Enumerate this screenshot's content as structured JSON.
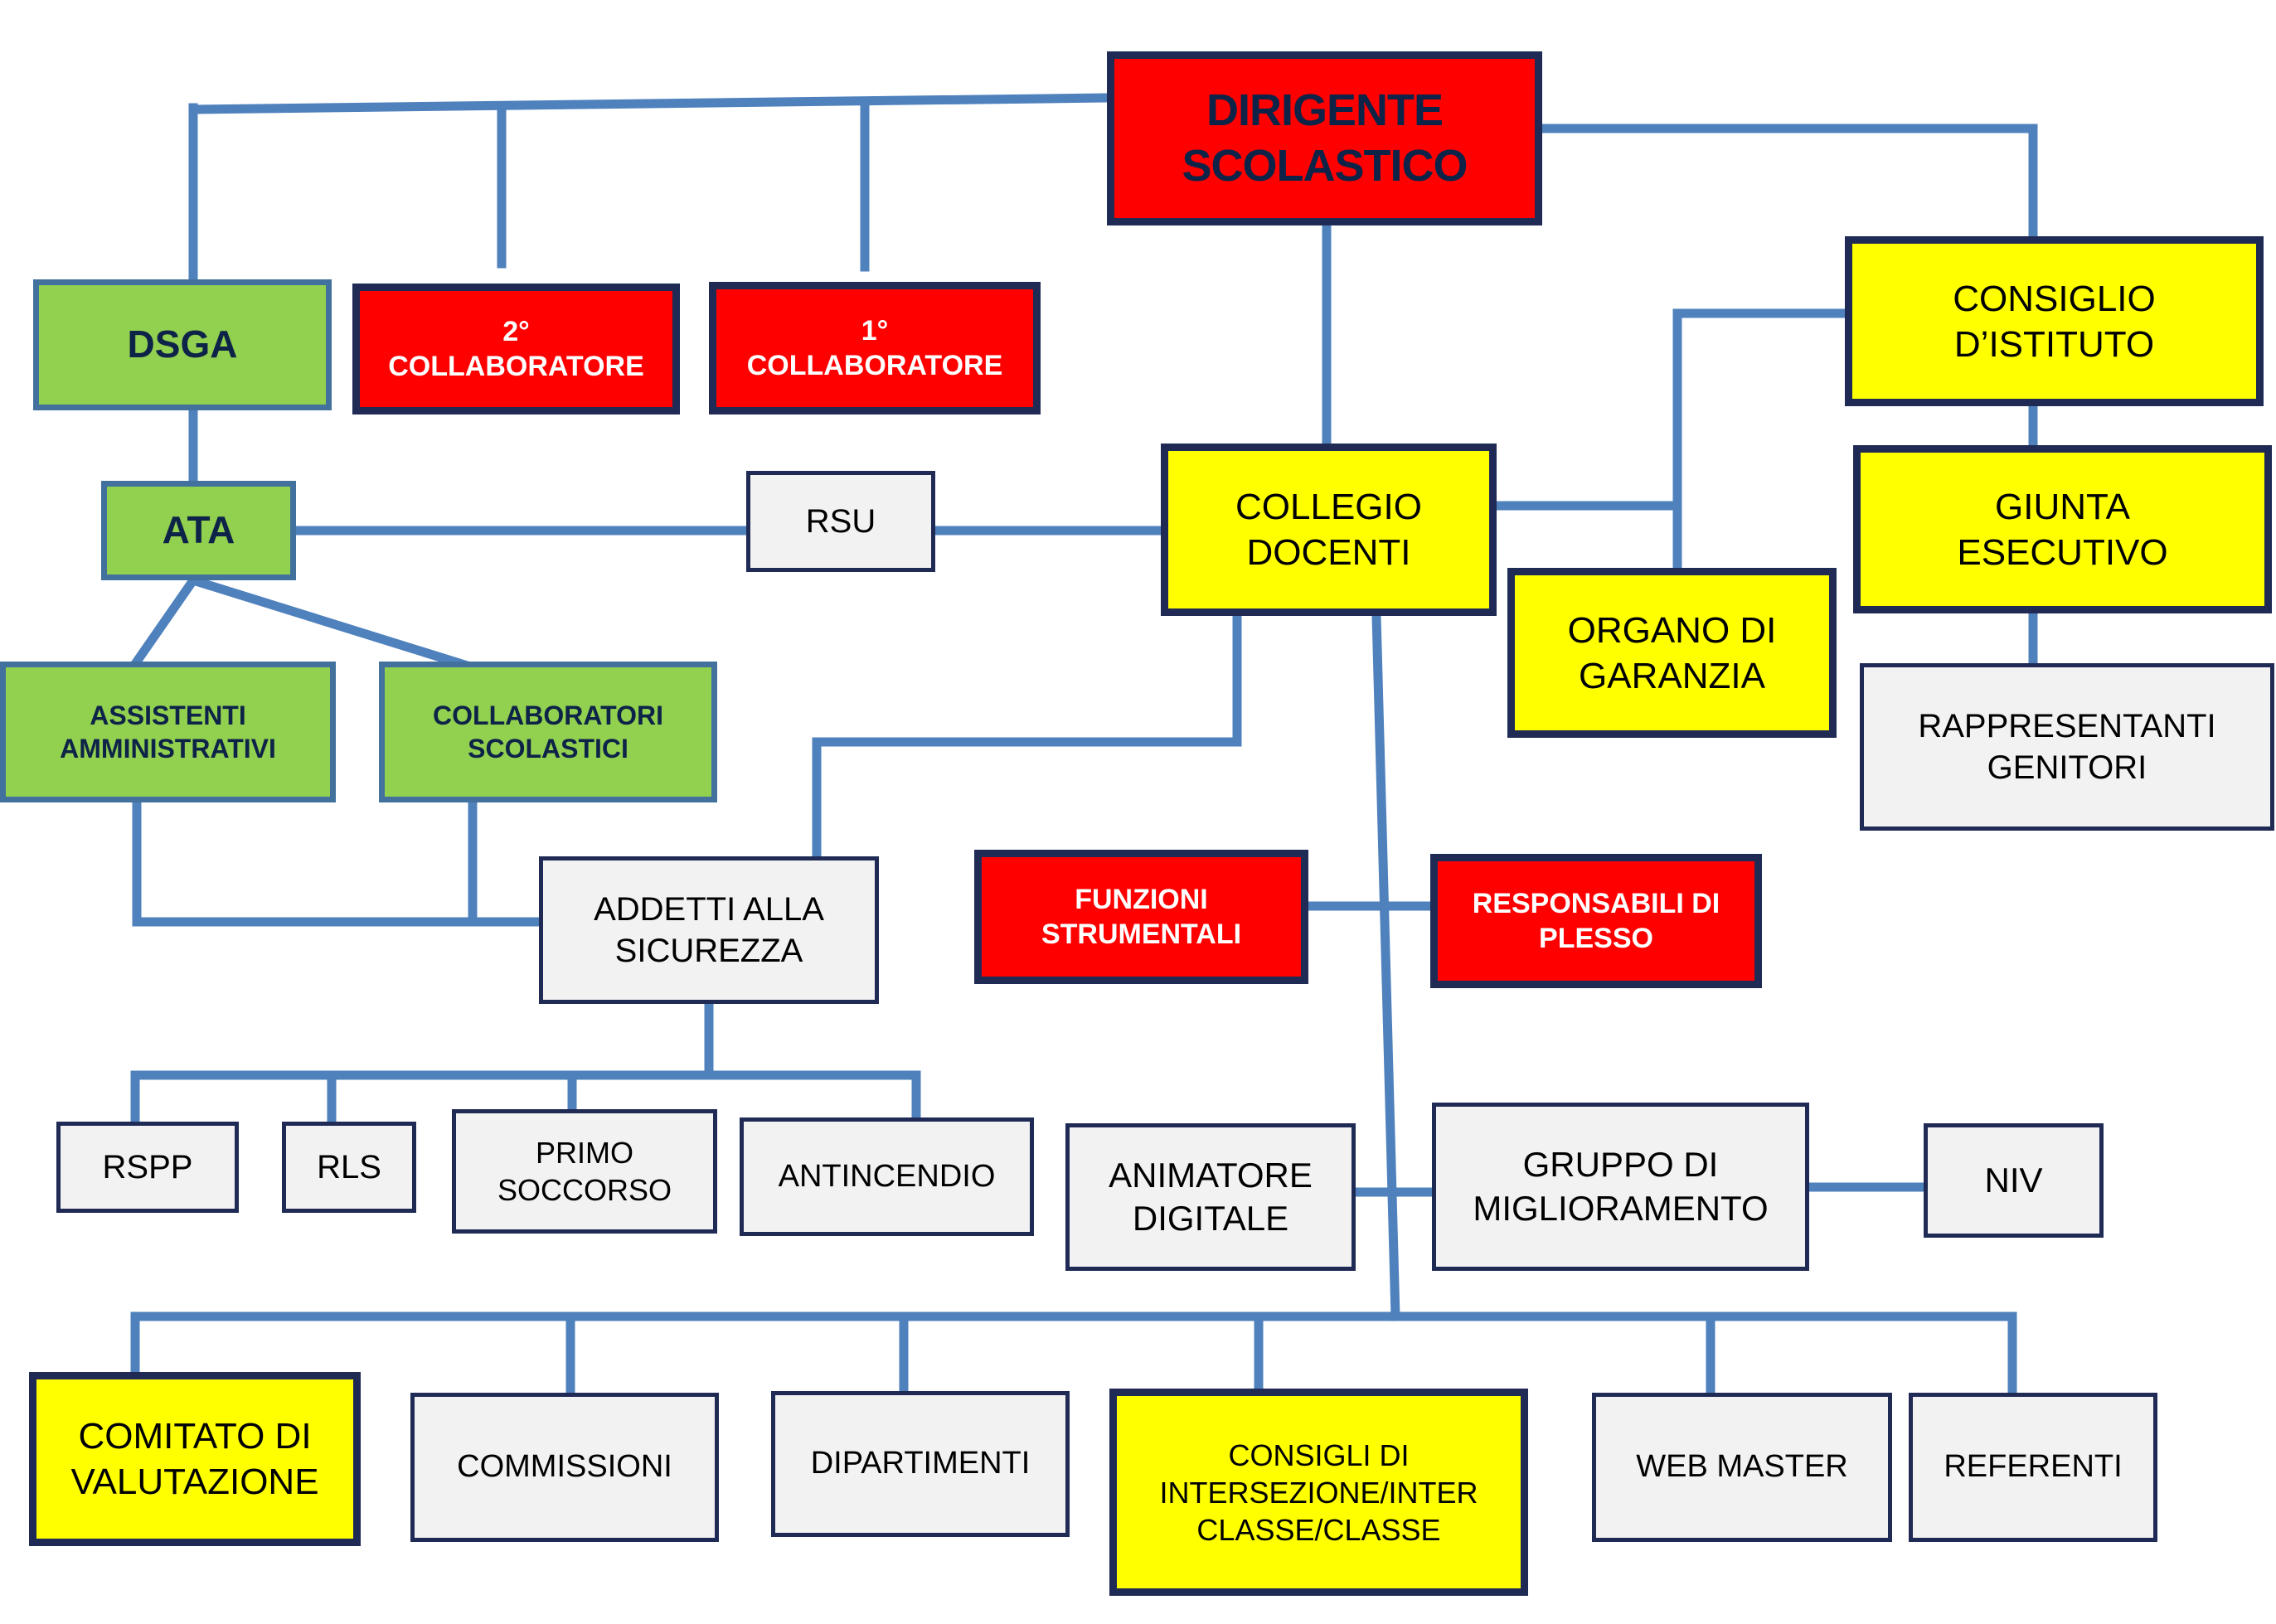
{
  "nodes": {
    "dirigente": "DIRIGENTE\nSCOLASTICO",
    "dsga": "DSGA",
    "collab2": "2°\nCOLLABORATORE",
    "collab1": "1°\nCOLLABORATORE",
    "consiglio_istituto": "CONSIGLIO\nD’ISTITUTO",
    "ata": "ATA",
    "rsu": "RSU",
    "collegio_docenti": "COLLEGIO\nDOCENTI",
    "organo_garanzia": "ORGANO DI\nGARANZIA",
    "giunta": "GIUNTA\nESECUTIVO",
    "rappresentanti_genitori": "RAPPRESENTANTI\nGENITORI",
    "assistenti_amministrativi": "ASSISTENTI\nAMMINISTRATIVI",
    "collaboratori_scolastici": "COLLABORATORI\nSCOLASTICI",
    "addetti_sicurezza": "ADDETTI ALLA\nSICUREZZA",
    "funzioni_strumentali": "FUNZIONI\nSTRUMENTALI",
    "responsabili_plesso": "RESPONSABILI DI\nPLESSO",
    "rspp": "RSPP",
    "rls": "RLS",
    "primo_soccorso": "PRIMO\nSOCCORSO",
    "antincendio": "ANTINCENDIO",
    "animatore_digitale": "ANIMATORE\nDIGITALE",
    "gruppo_miglioramento": "GRUPPO DI\nMIGLIORAMENTO",
    "niv": "NIV",
    "comitato_valutazione": "COMITATO DI\nVALUTAZIONE",
    "commissioni": "COMMISSIONI",
    "dipartimenti": "DIPARTIMENTI",
    "consigli_intersezione": "CONSIGLI DI\nINTERSEZIONE/INTER\nCLASSE/CLASSE",
    "web_master": "WEB MASTER",
    "referenti": "REFERENTI"
  },
  "colors": {
    "line": "#4f81bd",
    "red": "#ff0000",
    "yellow": "#ffff00",
    "green": "#92d050",
    "grey": "#f2f2f2",
    "border": "#1f2a55"
  }
}
